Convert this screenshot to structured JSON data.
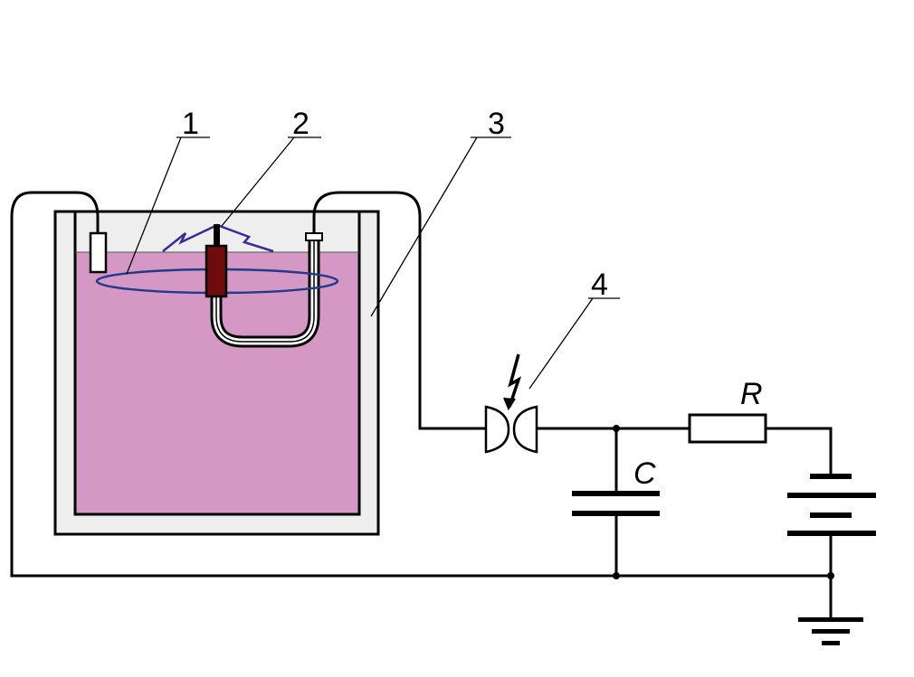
{
  "labels": {
    "l1": "1",
    "l2": "2",
    "l3": "3",
    "l4": "4",
    "resistor": "R",
    "capacitor": "C"
  },
  "colors": {
    "liquid": "#d597c4",
    "vessel": "#eeeeee",
    "ring": "#1f3b8a",
    "spark": "#3a2a9a",
    "rod": "#6e0b0b"
  }
}
